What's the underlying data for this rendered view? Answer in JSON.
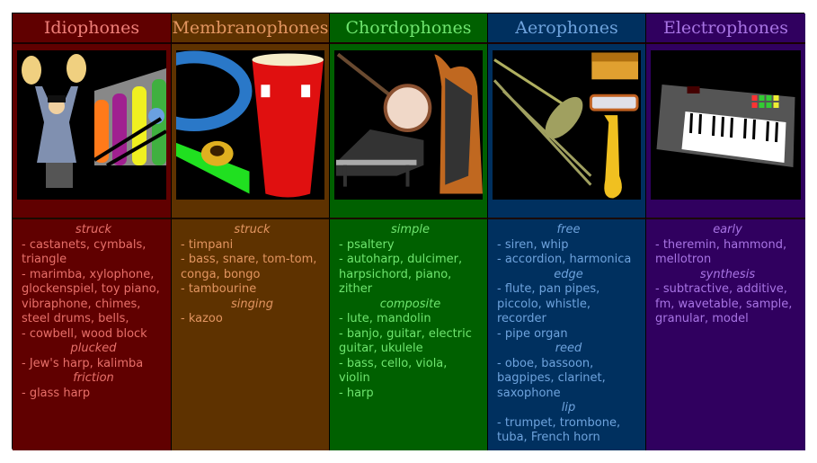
{
  "columns": [
    {
      "title": "Idiophones",
      "image": "cymbal-player-and-xylophone-illustration",
      "sections": [
        {
          "label": "struck",
          "items": [
            "- castanets, cymbals, triangle",
            "- marimba, xylophone, glockenspiel, toy piano, vibraphone, chimes, steel drums, bells,",
            "- cowbell, wood block"
          ]
        },
        {
          "label": "plucked",
          "items": [
            "- Jew's harp, kalimba"
          ]
        },
        {
          "label": "friction",
          "items": [
            "- glass harp"
          ]
        }
      ]
    },
    {
      "title": "Membranophones",
      "image": "tambourine-kazoo-conga-illustration",
      "sections": [
        {
          "label": "struck",
          "items": [
            "- timpani",
            "- bass, snare, tom-tom, conga, bongo",
            "- tambourine"
          ]
        },
        {
          "label": "singing",
          "items": [
            "- kazoo"
          ]
        }
      ]
    },
    {
      "title": "Chordophones",
      "image": "banjo-piano-harp-illustration",
      "sections": [
        {
          "label": "simple",
          "items": [
            "- psaltery",
            "- autoharp, dulcimer, harpsichord, piano, zither"
          ]
        },
        {
          "label": "composite",
          "items": [
            "- lute, mandolin",
            "- banjo, guitar, electric guitar, ukulele",
            "- bass, cello, viola, violin",
            "- harp"
          ]
        }
      ]
    },
    {
      "title": "Aerophones",
      "image": "trombone-panpipes-harmonica-saxophone-illustration",
      "sections": [
        {
          "label": "free",
          "items": [
            "- siren, whip",
            "- accordion, harmonica"
          ]
        },
        {
          "label": "edge",
          "items": [
            "- flute, pan pipes, piccolo, whistle, recorder",
            "- pipe organ"
          ]
        },
        {
          "label": "reed",
          "items": [
            "- oboe, bassoon, bagpipes, clarinet, saxophone"
          ]
        },
        {
          "label": "lip",
          "items": [
            "- trumpet, trombone, tuba, French horn"
          ]
        }
      ]
    },
    {
      "title": "Electrophones",
      "image": "midi-keyboard-controller-illustration",
      "sections": [
        {
          "label": "early",
          "items": [
            "- theremin, hammond, mellotron"
          ]
        },
        {
          "label": "synthesis",
          "items": [
            "- subtractive, additive, fm, wavetable, sample, granular, model"
          ]
        }
      ]
    }
  ],
  "colors": {
    "idiophones_bg": "#600000",
    "idiophones_text": "#e8706a",
    "membranophones_bg": "#5e3200",
    "membranophones_text": "#e29560",
    "chordophones_bg": "#006000",
    "chordophones_text": "#6fe56f",
    "aerophones_bg": "#00305f",
    "aerophones_text": "#6ea3dd",
    "electrophones_bg": "#30005f",
    "electrophones_text": "#a874e4"
  }
}
